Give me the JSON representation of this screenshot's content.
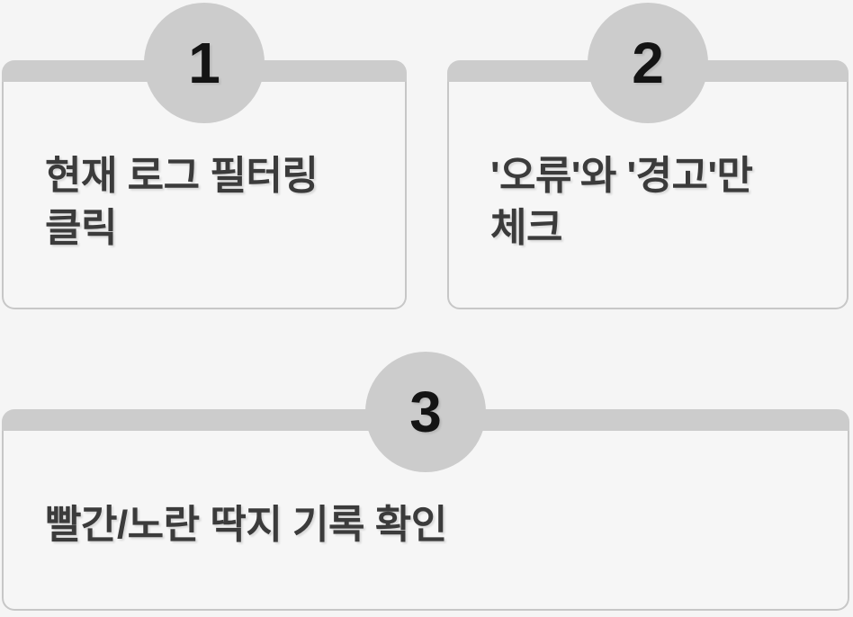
{
  "theme": {
    "page_bg": "#f5f5f5",
    "gray": "#cccccc",
    "card_bg": "#f6f6f6",
    "card_border": "#c7c7c7",
    "text_color": "#3b3b3b",
    "number_color": "#141414"
  },
  "steps": [
    {
      "number": "1",
      "line1": "현재 로그 필터링",
      "line2": "클릭",
      "full_text": "현재 로그 필터링 클릭"
    },
    {
      "number": "2",
      "line1": "'오류'와 '경고'만",
      "line2": "체크",
      "full_text": "'오류'와 '경고'만 체크"
    },
    {
      "number": "3",
      "line1": "빨간/노란 딱지 기록 확인",
      "line2": "",
      "full_text": "빨간/노란 딱지 기록 확인"
    }
  ]
}
